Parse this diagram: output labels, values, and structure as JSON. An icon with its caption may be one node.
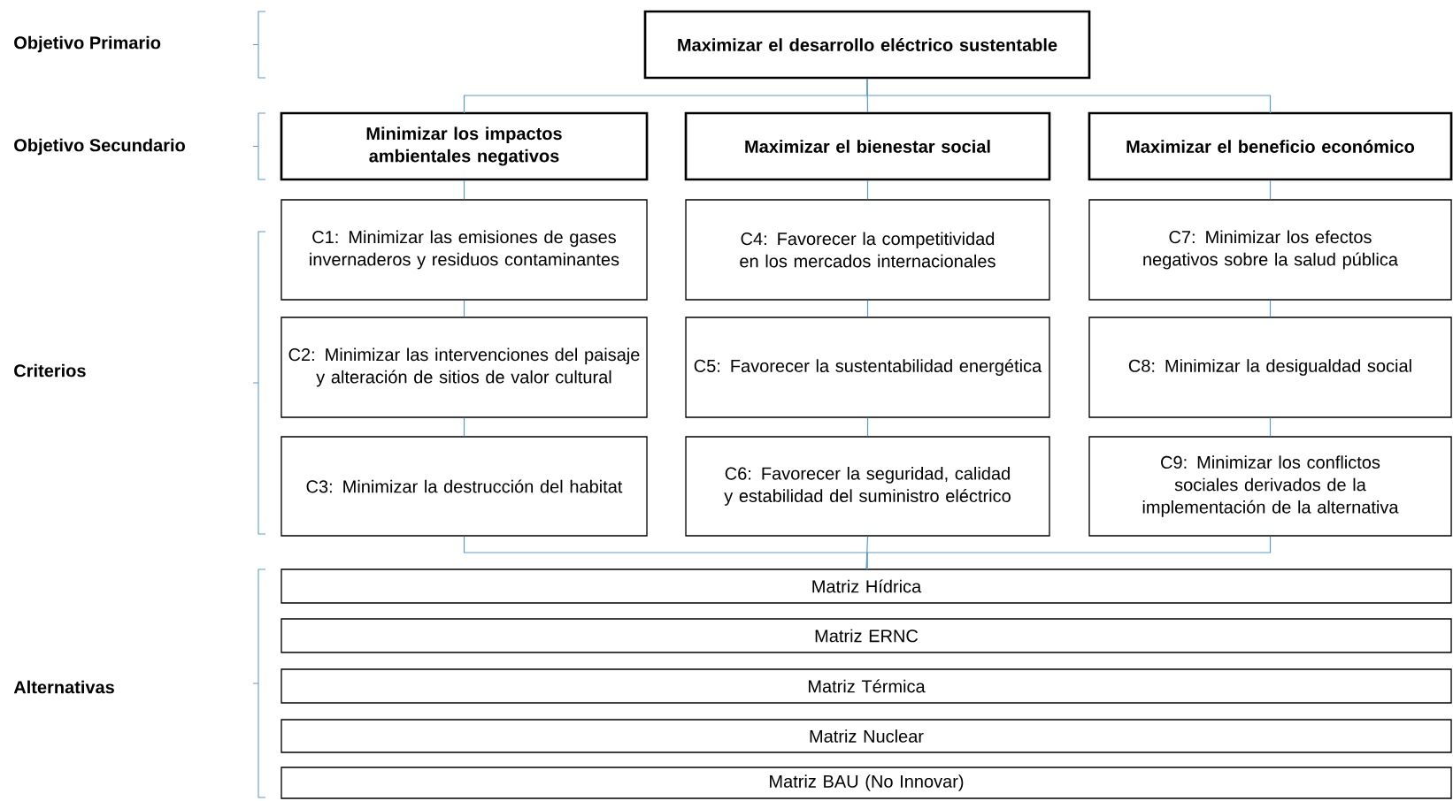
{
  "diagram": {
    "nodes": [
      {
        "text": [
          "Maximizar el desarrollo eléctrico sustentable"
        ]
      },
      {
        "text": [
          "Minimizar los impactos ambientales negativos"
        ]
      },
      {
        "text": [
          "Maximizar el bienestar social"
        ]
      },
      {
        "text": [
          "Maximizar el beneficio económico"
        ]
      },
      {
        "text": [
          "C1: Minimizar las emisiones de gases invernaderos y residuos contaminantes"
        ]
      },
      {
        "text": [
          "C2: Minimizar las intervenciones del paisaje y alteración de sitios de valor cultural"
        ]
      },
      {
        "text": [
          "C3: Minimizar la destrucción del habitat"
        ]
      },
      {
        "text": [
          "C4: Favorecer la competitividad en los mercados internacionales"
        ]
      },
      {
        "text": [
          "C5: Favorecer la sustentabilidad energética"
        ]
      },
      {
        "text": [
          "C6: Favorecer la seguridad, calidad y estabilidad del suministro eléctrico"
        ]
      },
      {
        "text": [
          "C7: Minimizar los efectos negativos sobre la salud pública"
        ]
      },
      {
        "text": [
          "C8: Minimizar la desigualdad social"
        ]
      },
      {
        "text": [
          "C9: Minimizar los conflictos sociales derivados de la implementación de la alternativa"
        ]
      },
      {
        "text": [
          "Matriz Hídrica"
        ]
      },
      {
        "text": [
          "Matriz ERNC"
        ]
      },
      {
        "text": [
          "Matriz Térmica"
        ]
      },
      {
        "text": [
          "Matriz Nuclear"
        ]
      },
      {
        "text": [
          "Matriz BAU (No Innovar)"
        ]
      }
    ],
    "edges": [
      {
        "from": 0,
        "to": 1,
        "arrow": "none"
      },
      {
        "from": 0,
        "to": 2,
        "arrow": "none"
      },
      {
        "from": 0,
        "to": 3,
        "arrow": "none"
      },
      {
        "from": 1,
        "to": 4,
        "arrow": "none"
      },
      {
        "from": 4,
        "to": 5,
        "arrow": "none"
      },
      {
        "from": 5,
        "to": 6,
        "arrow": "none"
      },
      {
        "from": 2,
        "to": 7,
        "arrow": "none"
      },
      {
        "from": 7,
        "to": 8,
        "arrow": "none"
      },
      {
        "from": 8,
        "to": 9,
        "arrow": "none"
      },
      {
        "from": 3,
        "to": 10,
        "arrow": "none"
      },
      {
        "from": 10,
        "to": 11,
        "arrow": "none"
      },
      {
        "from": 11,
        "to": 12,
        "arrow": "none"
      },
      {
        "from": 6,
        "to": 13,
        "arrow": "none"
      },
      {
        "from": 9,
        "to": 13,
        "arrow": "none"
      },
      {
        "from": 12,
        "to": 13,
        "arrow": "none"
      }
    ],
    "labels": [
      "Objetivo Primario",
      "Objetivo Secundario",
      "Criterios",
      "Alternativas"
    ]
  }
}
